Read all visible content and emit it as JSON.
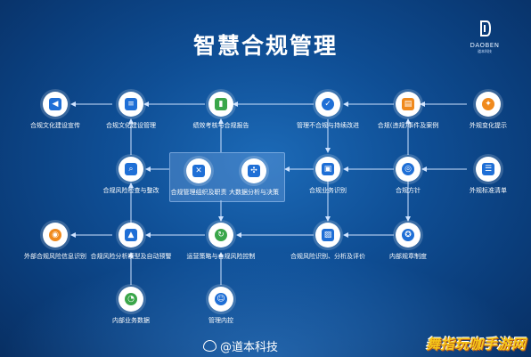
{
  "title": "智慧合规管理",
  "logo": {
    "text": "DAOBEN",
    "sub": "道本科技"
  },
  "nodes": {
    "culture_promo": "合规文化建设宣传",
    "culture_manage": "合规文化建设管理",
    "performance": "绩效考核与合规报告",
    "nonconformity": "管理不合规与持续改进",
    "violations": "合规(违规)事件及案例",
    "external_change": "外规变化提示",
    "risk_check": "合规风险检查与整改",
    "org_duty": "合规管理组织及职责",
    "big_data": "大数据分析与决策",
    "business_id": "合规业务识别",
    "policy": "合规方针",
    "external_list": "外规标准清单",
    "ext_risk_info": "外部合规风险信息识别",
    "risk_model": "合规风险分析模型及自动预警",
    "ops_control": "运营策略与合规风险控制",
    "risk_eval": "合规风险识别、分析及评价",
    "internal_rules": "内部规章制度",
    "internal_data": "内部业务数据",
    "internal_control": "管理内控"
  },
  "icons": {
    "culture_promo": "megaphone-icon",
    "culture_manage": "document-icon",
    "performance": "bar-chart-icon",
    "nonconformity": "shield-icon",
    "violations": "folder-icon",
    "external_change": "bulb-icon",
    "risk_check": "search-doc-icon",
    "org_duty": "tools-icon",
    "big_data": "network-icon",
    "business_id": "briefcase-icon",
    "policy": "target-icon",
    "external_list": "list-icon",
    "ext_risk_info": "radar-icon",
    "risk_model": "alarm-icon",
    "ops_control": "cycle-icon",
    "risk_eval": "image-icon",
    "internal_rules": "badge-icon",
    "internal_data": "pie-chart-icon",
    "internal_control": "user-icon"
  },
  "watermark": "@道本科技",
  "corner_text": "舞指玩咖手游网"
}
